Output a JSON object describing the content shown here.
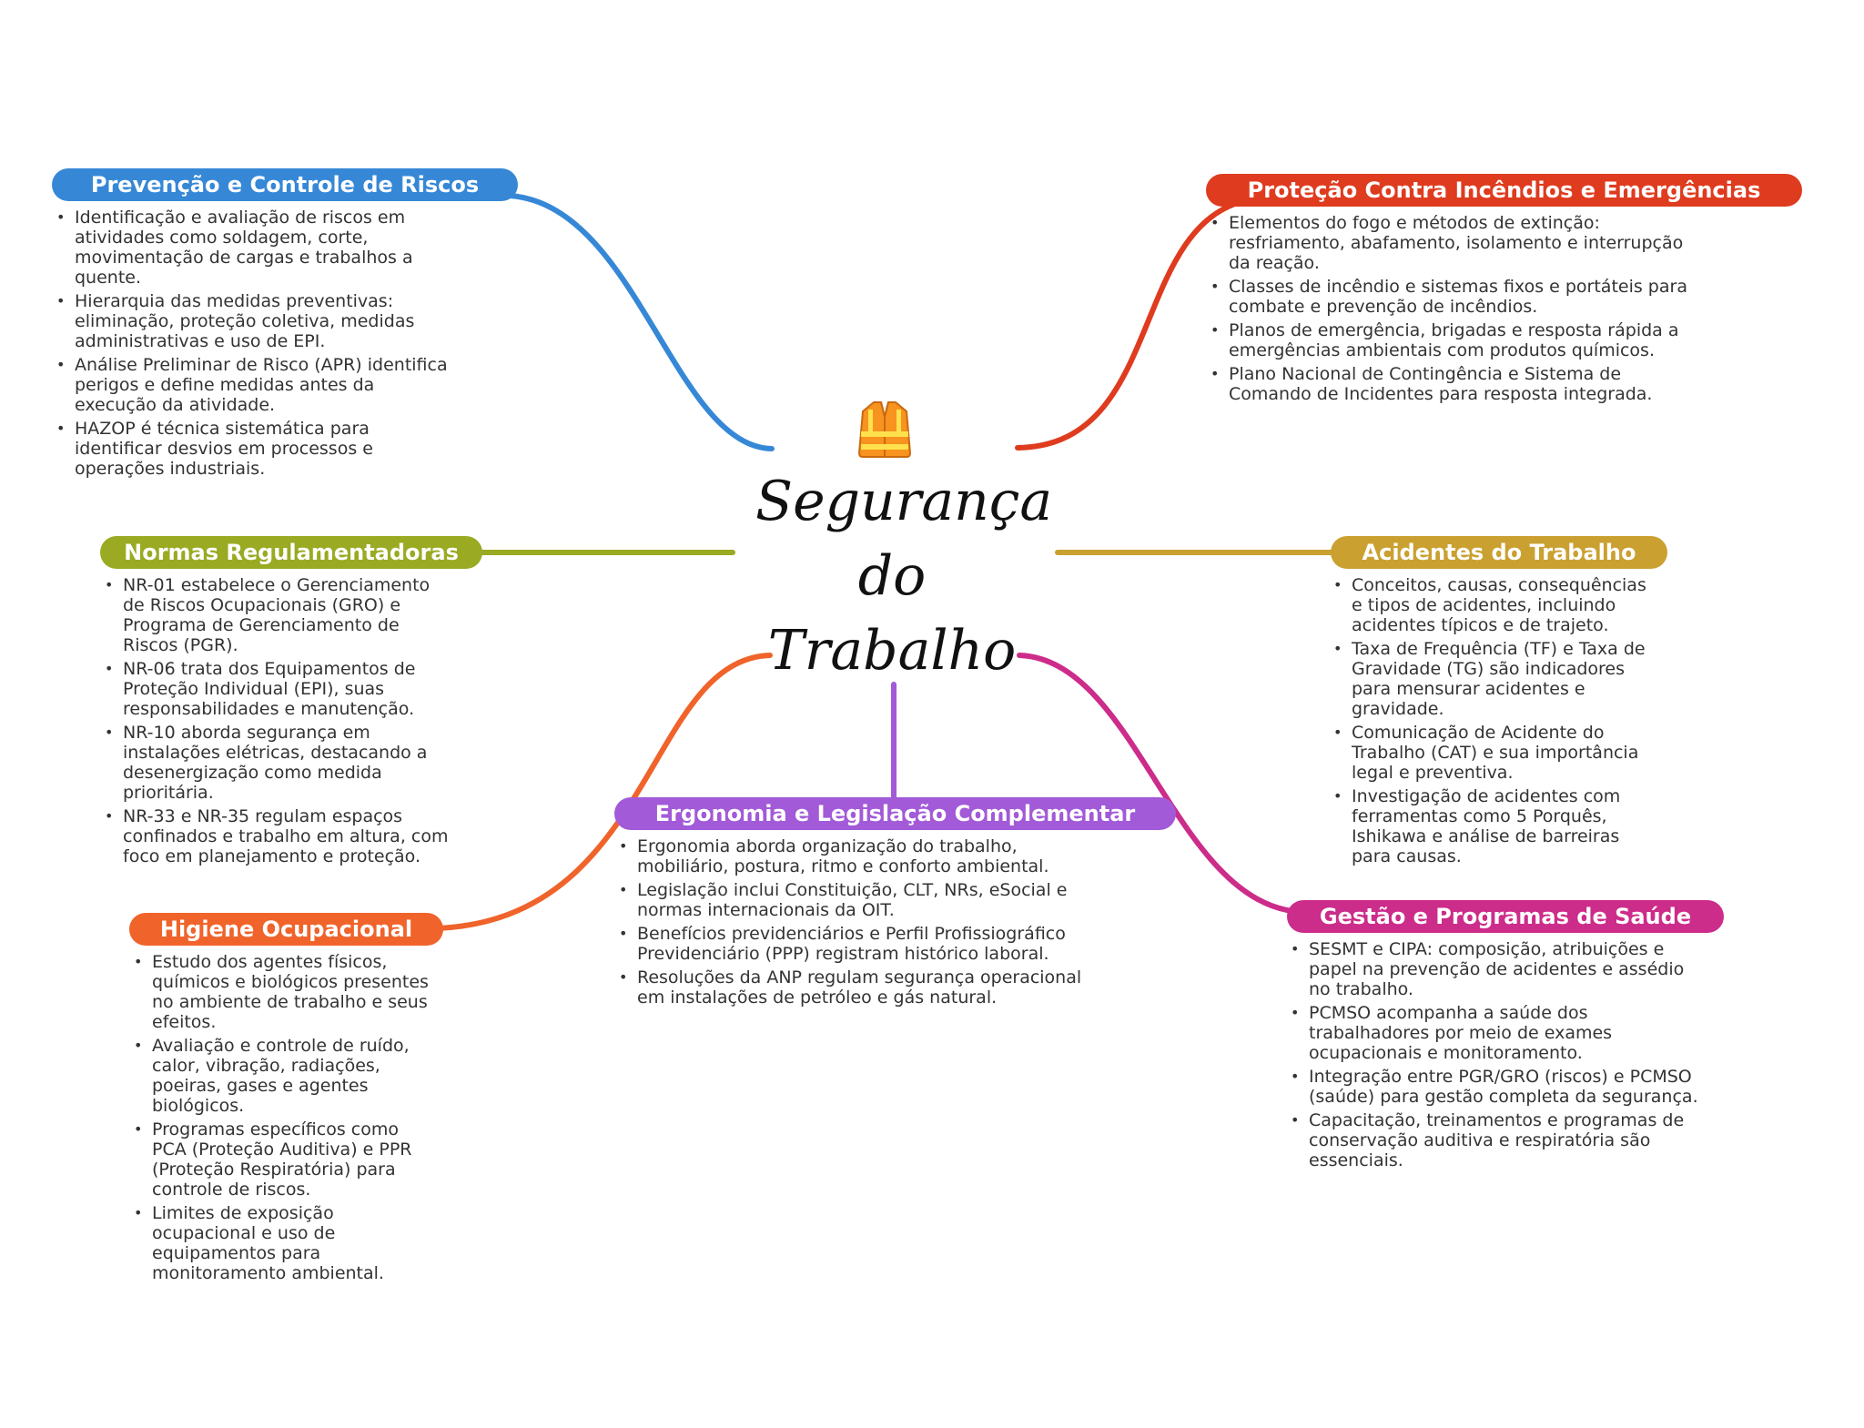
{
  "title": {
    "lines": [
      "Segurança",
      "do",
      "Trabalho"
    ]
  },
  "icons": {
    "center": "safety-vest-icon"
  },
  "branches": {
    "prevencao": {
      "title": "Prevenção e Controle de Riscos",
      "color": "#3688d6",
      "items": [
        "Identificação e avaliação de riscos em atividades como soldagem, corte, movimentação de cargas e trabalhos a quente.",
        "Hierarquia das medidas preventivas: eliminação, proteção coletiva, medidas administrativas e uso de EPI.",
        "Análise Preliminar de Risco (APR) identifica perigos e define medidas antes da execução da atividade.",
        "HAZOP é técnica sistemática para identificar desvios em processos e operações industriais."
      ]
    },
    "incendios": {
      "title": "Proteção Contra Incêndios e Emergências",
      "color": "#df3b1f",
      "items": [
        "Elementos do fogo e métodos de extinção: resfriamento, abafamento, isolamento e interrupção da reação.",
        "Classes de incêndio e sistemas fixos e portáteis para combate e prevenção de incêndios.",
        "Planos de emergência, brigadas e resposta rápida a emergências ambientais com produtos químicos.",
        "Plano Nacional de Contingência e Sistema de Comando de Incidentes para resposta integrada."
      ]
    },
    "normas": {
      "title": "Normas Regulamentadoras",
      "color": "#9aaa22",
      "items": [
        "NR-01 estabelece o Gerenciamento de Riscos Ocupacionais (GRO) e Programa de Gerenciamento de Riscos (PGR).",
        "NR-06 trata dos Equipamentos de Proteção Individual (EPI), suas responsabilidades e manutenção.",
        "NR-10 aborda segurança em instalações elétricas, destacando a desenergização como medida prioritária.",
        "NR-33 e NR-35 regulam espaços confinados e trabalho em altura, com foco em planejamento e proteção."
      ]
    },
    "acidentes": {
      "title": "Acidentes do Trabalho",
      "color": "#caa030",
      "items": [
        "Conceitos, causas, consequências e tipos de acidentes, incluindo acidentes típicos e de trajeto.",
        "Taxa de Frequência (TF) e Taxa de Gravidade (TG) são indicadores para mensurar acidentes e gravidade.",
        "Comunicação de Acidente do Trabalho (CAT) e sua importância legal e preventiva.",
        "Investigação de acidentes com ferramentas como 5 Porquês, Ishikawa e análise de barreiras para causas."
      ]
    },
    "ergonomia": {
      "title": "Ergonomia e Legislação Complementar",
      "color": "#a25ad8",
      "items": [
        "Ergonomia aborda organização do trabalho, mobiliário, postura, ritmo e conforto ambiental.",
        "Legislação inclui Constituição, CLT, NRs, eSocial e normas internacionais da OIT.",
        "Benefícios previdenciários e Perfil Profissiográfico Previdenciário (PPP) registram histórico laboral.",
        "Resoluções da ANP regulam segurança operacional em instalações de petróleo e gás natural."
      ]
    },
    "higiene": {
      "title": "Higiene Ocupacional",
      "color": "#f0632a",
      "items": [
        "Estudo dos agentes físicos, químicos e biológicos presentes no ambiente de trabalho e seus efeitos.",
        "Avaliação e controle de ruído, calor, vibração, radiações, poeiras, gases e agentes biológicos.",
        "Programas específicos como PCA (Proteção Auditiva) e PPR (Proteção Respiratória) para controle de riscos.",
        "Limites de exposição ocupacional e uso de equipamentos para monitoramento ambiental."
      ]
    },
    "saude": {
      "title": "Gestão e Programas de Saúde",
      "color": "#cc2c8a",
      "items": [
        "SESMT e CIPA: composição, atribuições e papel na prevenção de acidentes e assédio no trabalho.",
        "PCMSO acompanha a saúde dos trabalhadores por meio de exames ocupacionais e monitoramento.",
        "Integração entre PGR/GRO (riscos) e PCMSO (saúde) para gestão completa da segurança.",
        "Capacitação, treinamentos e programas de conservação auditiva e respiratória são essenciais."
      ]
    }
  }
}
